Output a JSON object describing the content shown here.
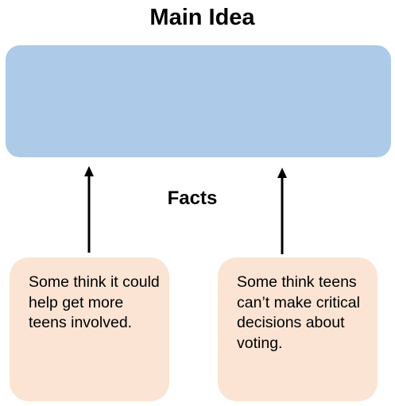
{
  "diagram": {
    "title": "Main Idea",
    "main_idea_text": "",
    "facts_label": "Facts",
    "facts": [
      {
        "text": "Some think it could help get more teens involved."
      },
      {
        "text": "Some think teens can’t make critical decisions about voting."
      }
    ]
  },
  "colors": {
    "main_box": "#adcbe8",
    "fact_box": "#fbe4d4",
    "arrow": "#000000"
  }
}
